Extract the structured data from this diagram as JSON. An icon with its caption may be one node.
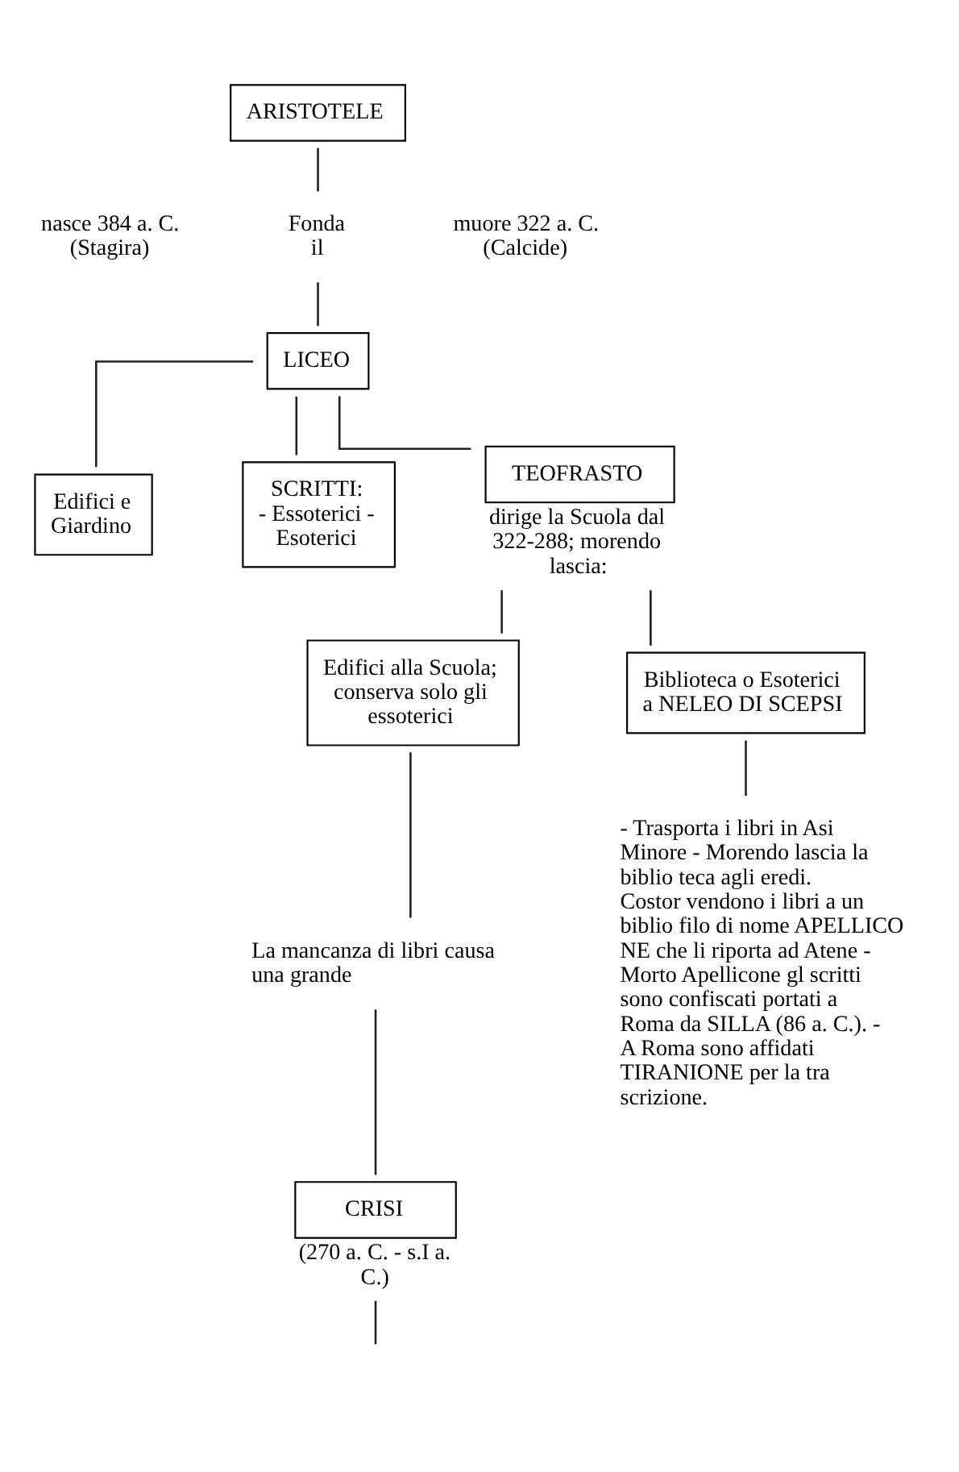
{
  "diagram": {
    "nodes": [
      {
        "text": [
          "ARISTOTELE"
        ]
      },
      {
        "text": [
          "Fonda il"
        ]
      },
      {
        "text": [
          "LICEO"
        ]
      },
      {
        "text": [
          "Edifici e Giardino"
        ]
      },
      {
        "text": [
          "SCRITTI:",
          "- Essoterici - Esoterici"
        ]
      },
      {
        "text": [
          "TEOFRASTO"
        ],
        "beside": [
          "dirige la Scuola dal 322-288; morendo lascia:"
        ]
      },
      {
        "text": [
          "Edifici alla Scuola; conserva solo gli essoterici"
        ]
      },
      {
        "text": [
          "Biblioteca o Esoterici a NELEO DI SCEPSI"
        ]
      },
      {
        "text": [
          "La mancanza di libri causa una grande"
        ]
      },
      {
        "text": [
          "CRISI"
        ],
        "beside": [
          "(270 a. C. - s.I a. C.)"
        ]
      },
      {
        "text": [
          "- Trasporta i libri in Asi Minore - Morendo lascia la biblio teca agli eredi. Costor vendono i libri a un biblio filo di nome APELLICO NE che li riporta ad Atene - Morto Apellicone gl scritti sono confiscati portati a Roma da SILLA (86 a. C.). - A Roma sono affidati TIRANIONE per la tra scrizione."
        ]
      }
    ],
    "edges": [
      {
        "from": 0,
        "to": 1,
        "arrow": "none"
      },
      {
        "from": 1,
        "to": 2,
        "arrow": "none"
      },
      {
        "from": 2,
        "to": 3,
        "arrow": "none"
      },
      {
        "from": 2,
        "to": 4,
        "arrow": "none"
      },
      {
        "from": 2,
        "to": 5,
        "arrow": "none"
      },
      {
        "from": 5,
        "to": 6,
        "arrow": "none"
      },
      {
        "from": 5,
        "to": 7,
        "arrow": "none"
      },
      {
        "from": 6,
        "to": 8,
        "arrow": "none"
      },
      {
        "from": 8,
        "to": 9,
        "arrow": "none"
      },
      {
        "from": 7,
        "to": 10,
        "arrow": "none"
      },
      {
        "from": 9,
        "to": null,
        "arrow": "none"
      }
    ],
    "labels": [
      "nasce 384 a. C. (Stagira)",
      "muore 322 a. C. (Calcide)"
    ]
  }
}
